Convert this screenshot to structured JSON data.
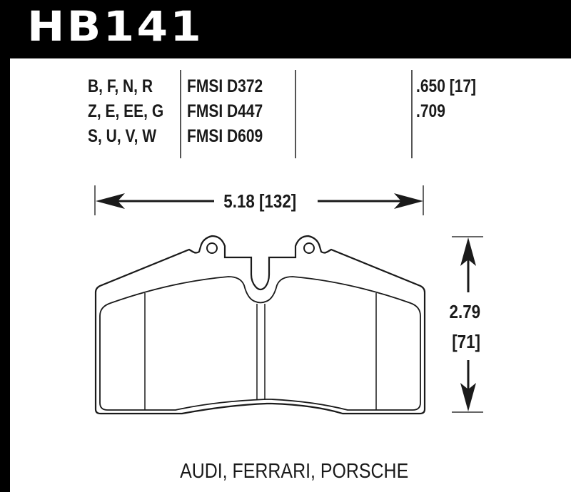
{
  "header": {
    "part_number": "HB141"
  },
  "specs": {
    "compound_codes": [
      "B, F, N, R",
      "Z, E, EE, G",
      "S, U, V, W"
    ],
    "fmsi_numbers": [
      "FMSI D372",
      "FMSI D447",
      "FMSI D609"
    ],
    "thickness": [
      ".650 [17]",
      ".709"
    ]
  },
  "dimensions": {
    "width": "5.18 [132]",
    "height_in": "2.79",
    "height_mm": "[71]"
  },
  "caption": {
    "applications": "AUDI, FERRARI, PORSCHE"
  },
  "colors": {
    "header_bg": "#000000",
    "text": "#1a1a1a",
    "line": "#1a1a1a"
  }
}
